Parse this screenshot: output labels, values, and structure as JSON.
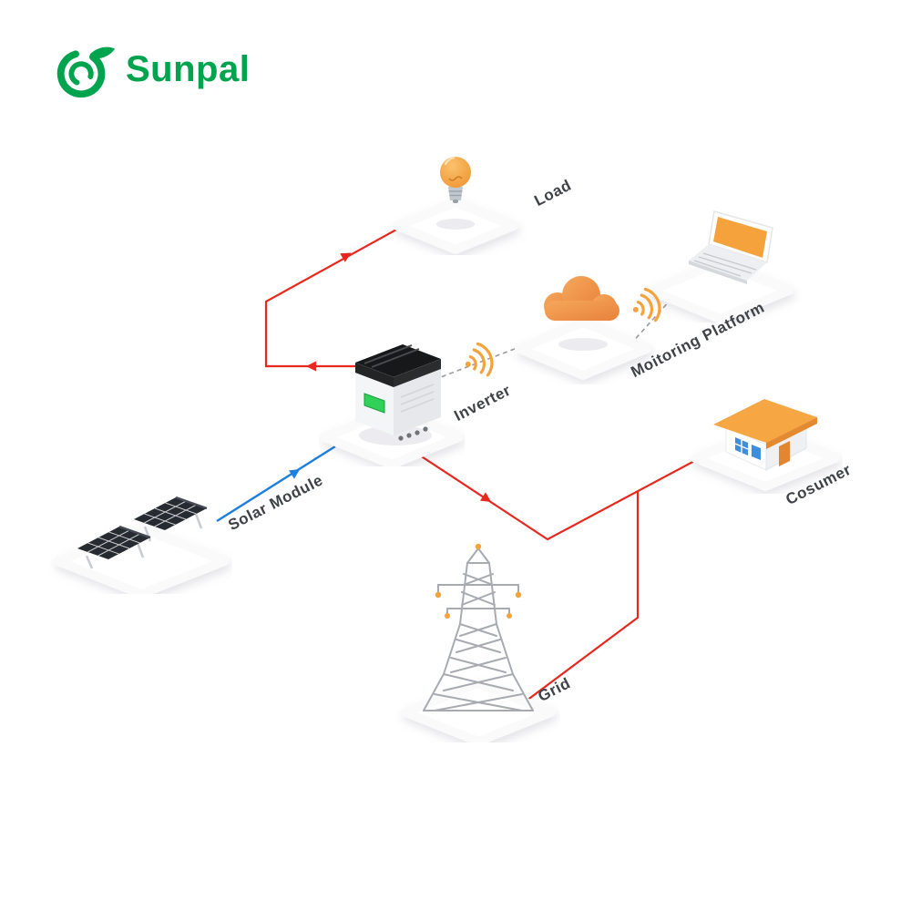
{
  "logo": {
    "text": "Sunpal",
    "brand_color": "#00A34E",
    "icon": "sunpal-swirl-logo-icon"
  },
  "labels": {
    "load": "Load",
    "monitoring": "Moitoring Platform",
    "inverter": "Inverter",
    "solar": "Solar Module",
    "consumer": "Cosumer",
    "grid": "Grid"
  },
  "nodes": [
    {
      "id": "load",
      "icon": "light-bulb-icon",
      "label": "Load"
    },
    {
      "id": "monitoring-laptop",
      "icon": "laptop-icon",
      "label": "Moitoring Platform"
    },
    {
      "id": "monitoring-cloud",
      "icon": "cloud-icon",
      "label": ""
    },
    {
      "id": "inverter",
      "icon": "inverter-icon",
      "label": "Inverter"
    },
    {
      "id": "solar-module",
      "icon": "solar-panel-icon",
      "label": "Solar Module"
    },
    {
      "id": "consumer",
      "icon": "house-icon",
      "label": "Cosumer"
    },
    {
      "id": "grid",
      "icon": "transmission-tower-icon",
      "label": "Grid"
    }
  ],
  "connections": [
    {
      "from": "inverter",
      "to": "load",
      "style": "solid",
      "color": "#E8281E"
    },
    {
      "from": "solar-module",
      "to": "inverter",
      "style": "solid",
      "color": "#1E7FE0"
    },
    {
      "from": "inverter",
      "to": "consumer",
      "style": "solid",
      "color": "#E8281E"
    },
    {
      "from": "consumer-branch",
      "to": "grid",
      "style": "solid",
      "color": "#E8281E"
    },
    {
      "from": "inverter",
      "to": "monitoring-cloud",
      "style": "dashed",
      "color": "#9B9B9B",
      "via": "wifi-icon"
    },
    {
      "from": "monitoring-cloud",
      "to": "monitoring-laptop",
      "style": "dashed",
      "color": "#9B9B9B",
      "via": "wifi-icon"
    }
  ],
  "colors": {
    "accent_orange": "#F6A23C",
    "line_red": "#E8281E",
    "line_blue": "#1E7FE0",
    "dashed_gray": "#9B9B9B",
    "brand_green": "#00A34E"
  }
}
